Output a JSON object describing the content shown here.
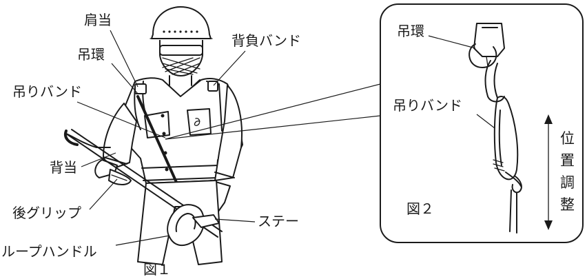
{
  "figure1": {
    "caption": "図１",
    "labels": {
      "shoulder_pad": "肩当",
      "hanger_ring": "吊環",
      "backpack_band": "背負バンド",
      "hanging_band": "吊りバンド",
      "back_pad": "背当",
      "rear_grip": "後グリップ",
      "stay": "ステー",
      "loop_handle": "ループハンドル"
    }
  },
  "figure2": {
    "caption": "図２",
    "labels": {
      "hanger_ring": "吊環",
      "hanging_band": "吊りバンド",
      "position_adjust": "位置調整"
    }
  },
  "colors": {
    "ink": "#1a1a1a",
    "background": "#ffffff"
  }
}
